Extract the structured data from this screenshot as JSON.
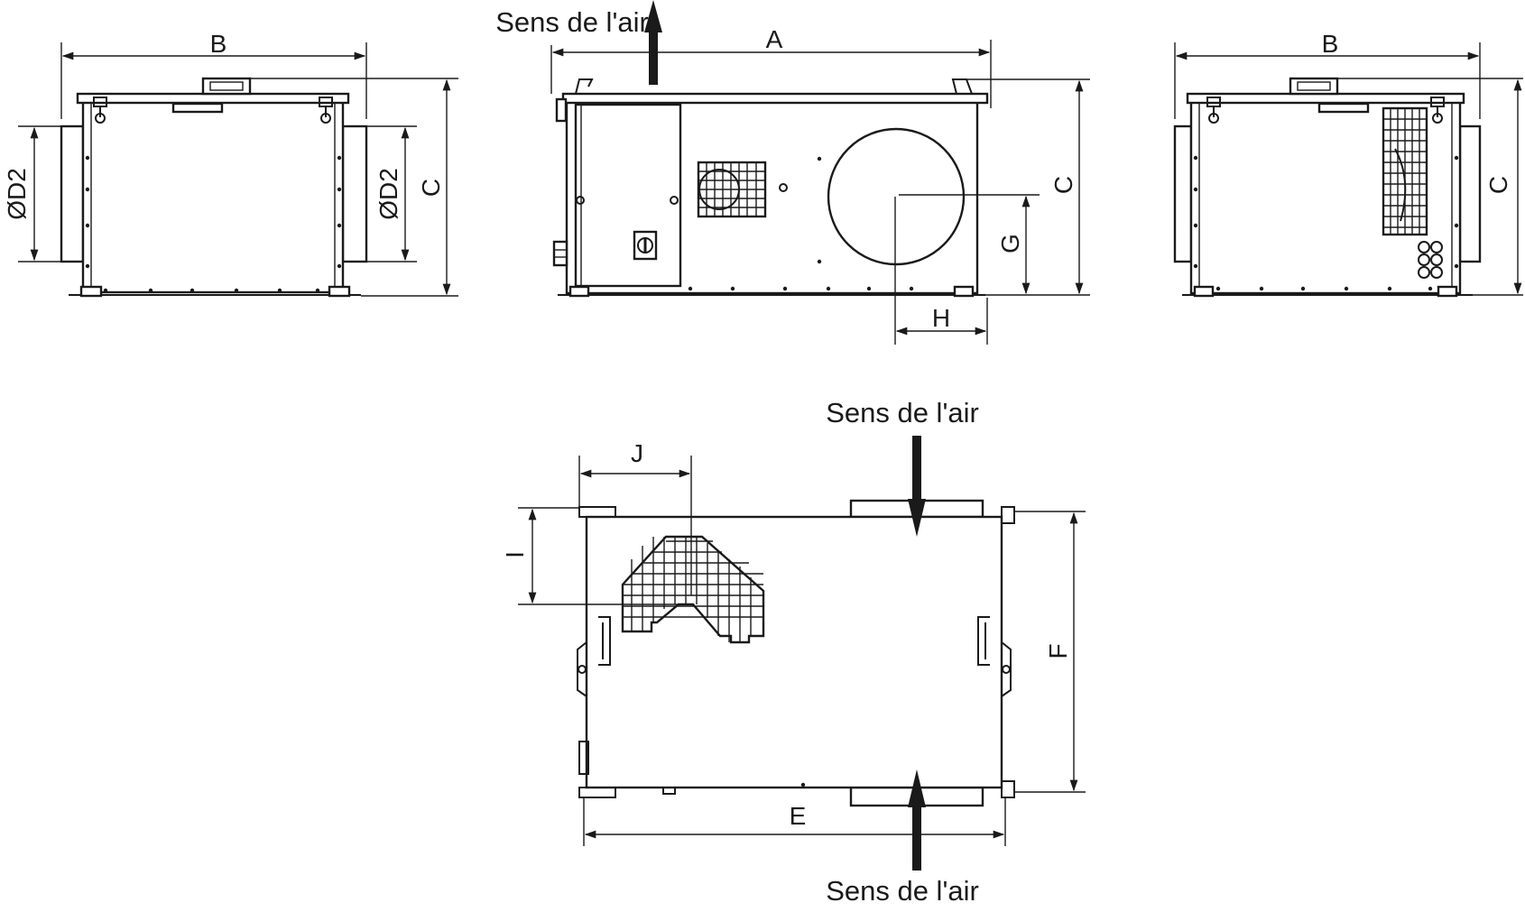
{
  "views": {
    "front": {
      "width_label": "B",
      "duct_left_label": "ØD2",
      "duct_right_label": "ØD2",
      "height_label": "C"
    },
    "side": {
      "airflow_label": "Sens de l'air",
      "length_label": "A",
      "height_label": "C",
      "outlet_height_label": "G",
      "outlet_offset_label": "H"
    },
    "rear": {
      "width_label": "B",
      "height_label": "C"
    },
    "top": {
      "airflow_in_label": "Sens de l'air",
      "airflow_out_label": "Sens de l'air",
      "grille_offset_label": "J",
      "grille_depth_label": "I",
      "width_label": "F",
      "length_label": "E"
    }
  },
  "colors": {
    "line": "#1a1a1a",
    "background": "#ffffff"
  },
  "icons": [
    "arrow-up-icon",
    "arrow-down-icon",
    "arrow-up-icon",
    "grille-icon",
    "fan-grille-icon",
    "switch-icon",
    "cable-gland-icon"
  ]
}
